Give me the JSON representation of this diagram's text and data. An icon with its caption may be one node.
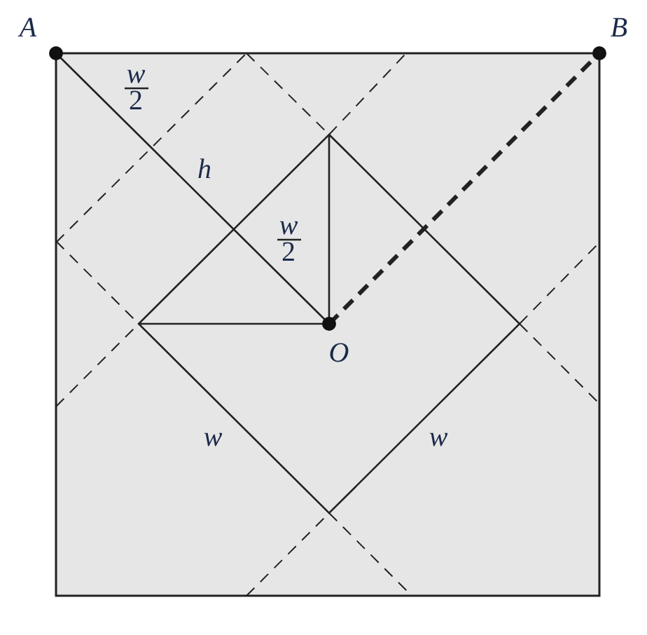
{
  "diagram": {
    "labels": [
      "A",
      "B",
      "w",
      "2",
      "h",
      "w",
      "2",
      "O",
      "w",
      "w"
    ]
  }
}
